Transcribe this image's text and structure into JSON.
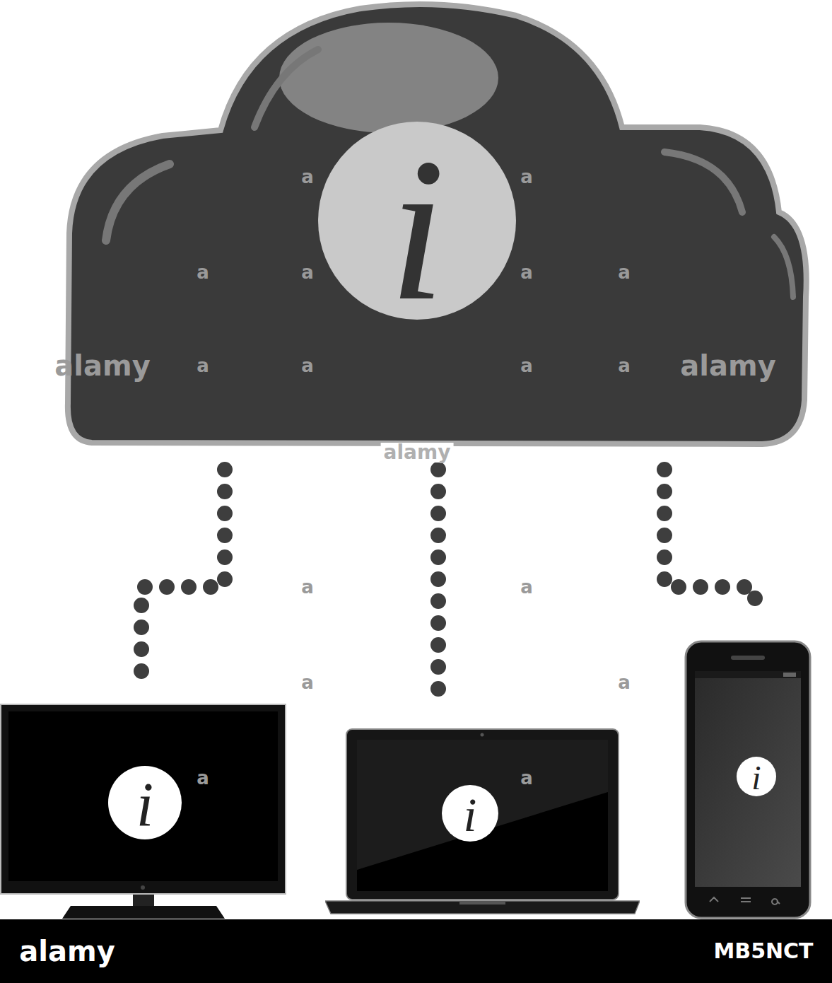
{
  "diagram": {
    "nodes": [
      {
        "text": [
          "i"
        ]
      },
      {
        "text": [
          "i"
        ]
      },
      {
        "text": [
          "i"
        ]
      },
      {
        "text": [
          "i"
        ]
      }
    ],
    "edges": [
      {
        "from": 0,
        "to": 1,
        "arrow": "none"
      },
      {
        "from": 0,
        "to": 2,
        "arrow": "none"
      },
      {
        "from": 0,
        "to": 3,
        "arrow": "none"
      }
    ],
    "labels": [
      "alamy",
      "alamy",
      "alamy",
      "a",
      "a",
      "a",
      "a",
      "a",
      "a",
      "a",
      "a",
      "a",
      "a",
      "a",
      "a",
      "a",
      "a",
      "a",
      "a",
      "alamy",
      "MB5NCT"
    ]
  }
}
